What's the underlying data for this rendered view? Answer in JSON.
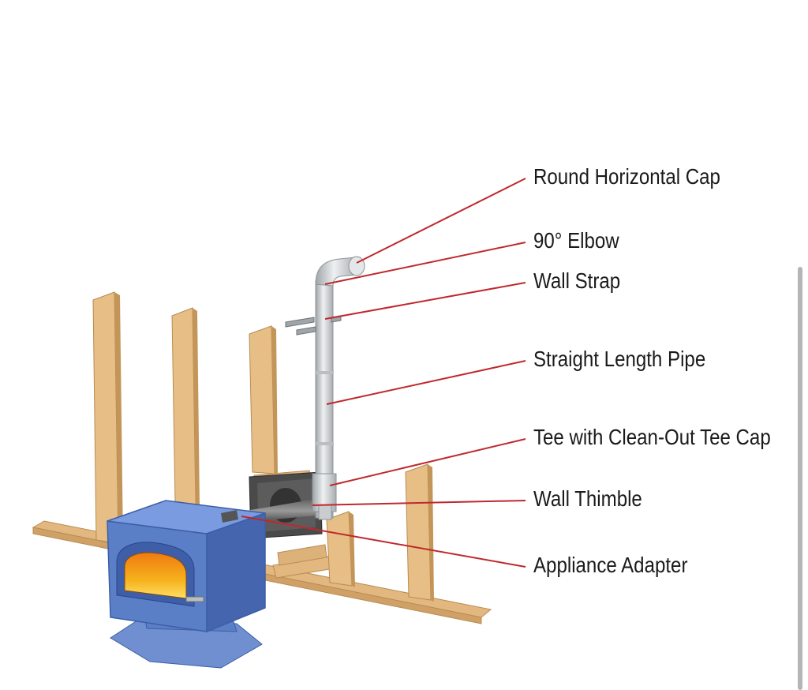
{
  "labels": [
    "Round Horizontal Cap",
    "90° Elbow",
    "Wall Strap",
    "Straight Length Pipe",
    "Tee with Clean-Out Tee Cap",
    "Wall Thimble",
    "Appliance Adapter"
  ],
  "colors": {
    "leader": "#c0282d",
    "stud": "#e2b880",
    "stud_dark": "#b98c52",
    "stove": "#5b7fc7",
    "stove_dark": "#3d5ea6",
    "fire": "#f2a51b",
    "pipe": "#d9dde0",
    "thimble": "#4a4a4a"
  },
  "icons": [
    "wood-stove-icon",
    "wall-framing-icon",
    "vent-pipe-icon"
  ]
}
